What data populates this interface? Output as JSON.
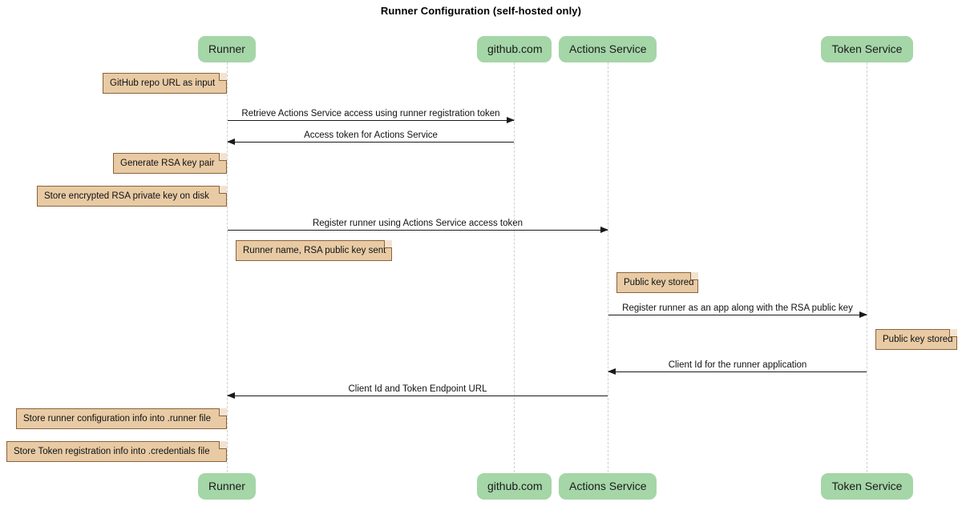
{
  "diagram": {
    "type": "sequence-diagram",
    "title": "Runner Configuration (self-hosted only)",
    "colors": {
      "participant_fill": "#a5d6a7",
      "note_fill": "#e8cba5",
      "note_border": "#8c6239",
      "lifeline": "#cfcfcf",
      "arrow": "#1a1a1a",
      "background": "#ffffff"
    }
  },
  "participants": [
    {
      "id": "runner",
      "label": "Runner"
    },
    {
      "id": "github",
      "label": "github.com"
    },
    {
      "id": "actions",
      "label": "Actions Service"
    },
    {
      "id": "token",
      "label": "Token Service"
    }
  ],
  "messages": [
    {
      "label": "Retrieve Actions Service access using runner registration token",
      "from": "runner",
      "to": "github",
      "direction": "right"
    },
    {
      "label": "Access token for Actions Service",
      "from": "github",
      "to": "runner",
      "direction": "left"
    },
    {
      "label": "Register runner using Actions Service access token",
      "from": "runner",
      "to": "actions",
      "direction": "right"
    },
    {
      "label": "Register runner as an app along with the RSA public key",
      "from": "actions",
      "to": "token",
      "direction": "right"
    },
    {
      "label": "Client Id for the runner application",
      "from": "token",
      "to": "actions",
      "direction": "left"
    },
    {
      "label": "Client Id and Token Endpoint URL",
      "from": "actions",
      "to": "runner",
      "direction": "left"
    }
  ],
  "notes": [
    {
      "label": "GitHub repo URL as input",
      "anchor": "runner"
    },
    {
      "label": "Generate RSA key pair",
      "anchor": "runner"
    },
    {
      "label": "Store encrypted RSA private key on disk",
      "anchor": "runner"
    },
    {
      "label": "Runner name, RSA public key sent",
      "anchor": "runner"
    },
    {
      "label": "Public key stored",
      "anchor": "actions"
    },
    {
      "label": "Public key stored",
      "anchor": "token"
    },
    {
      "label": "Store runner configuration info into .runner file",
      "anchor": "runner"
    },
    {
      "label": "Store Token registration info into .credentials file",
      "anchor": "runner"
    }
  ]
}
